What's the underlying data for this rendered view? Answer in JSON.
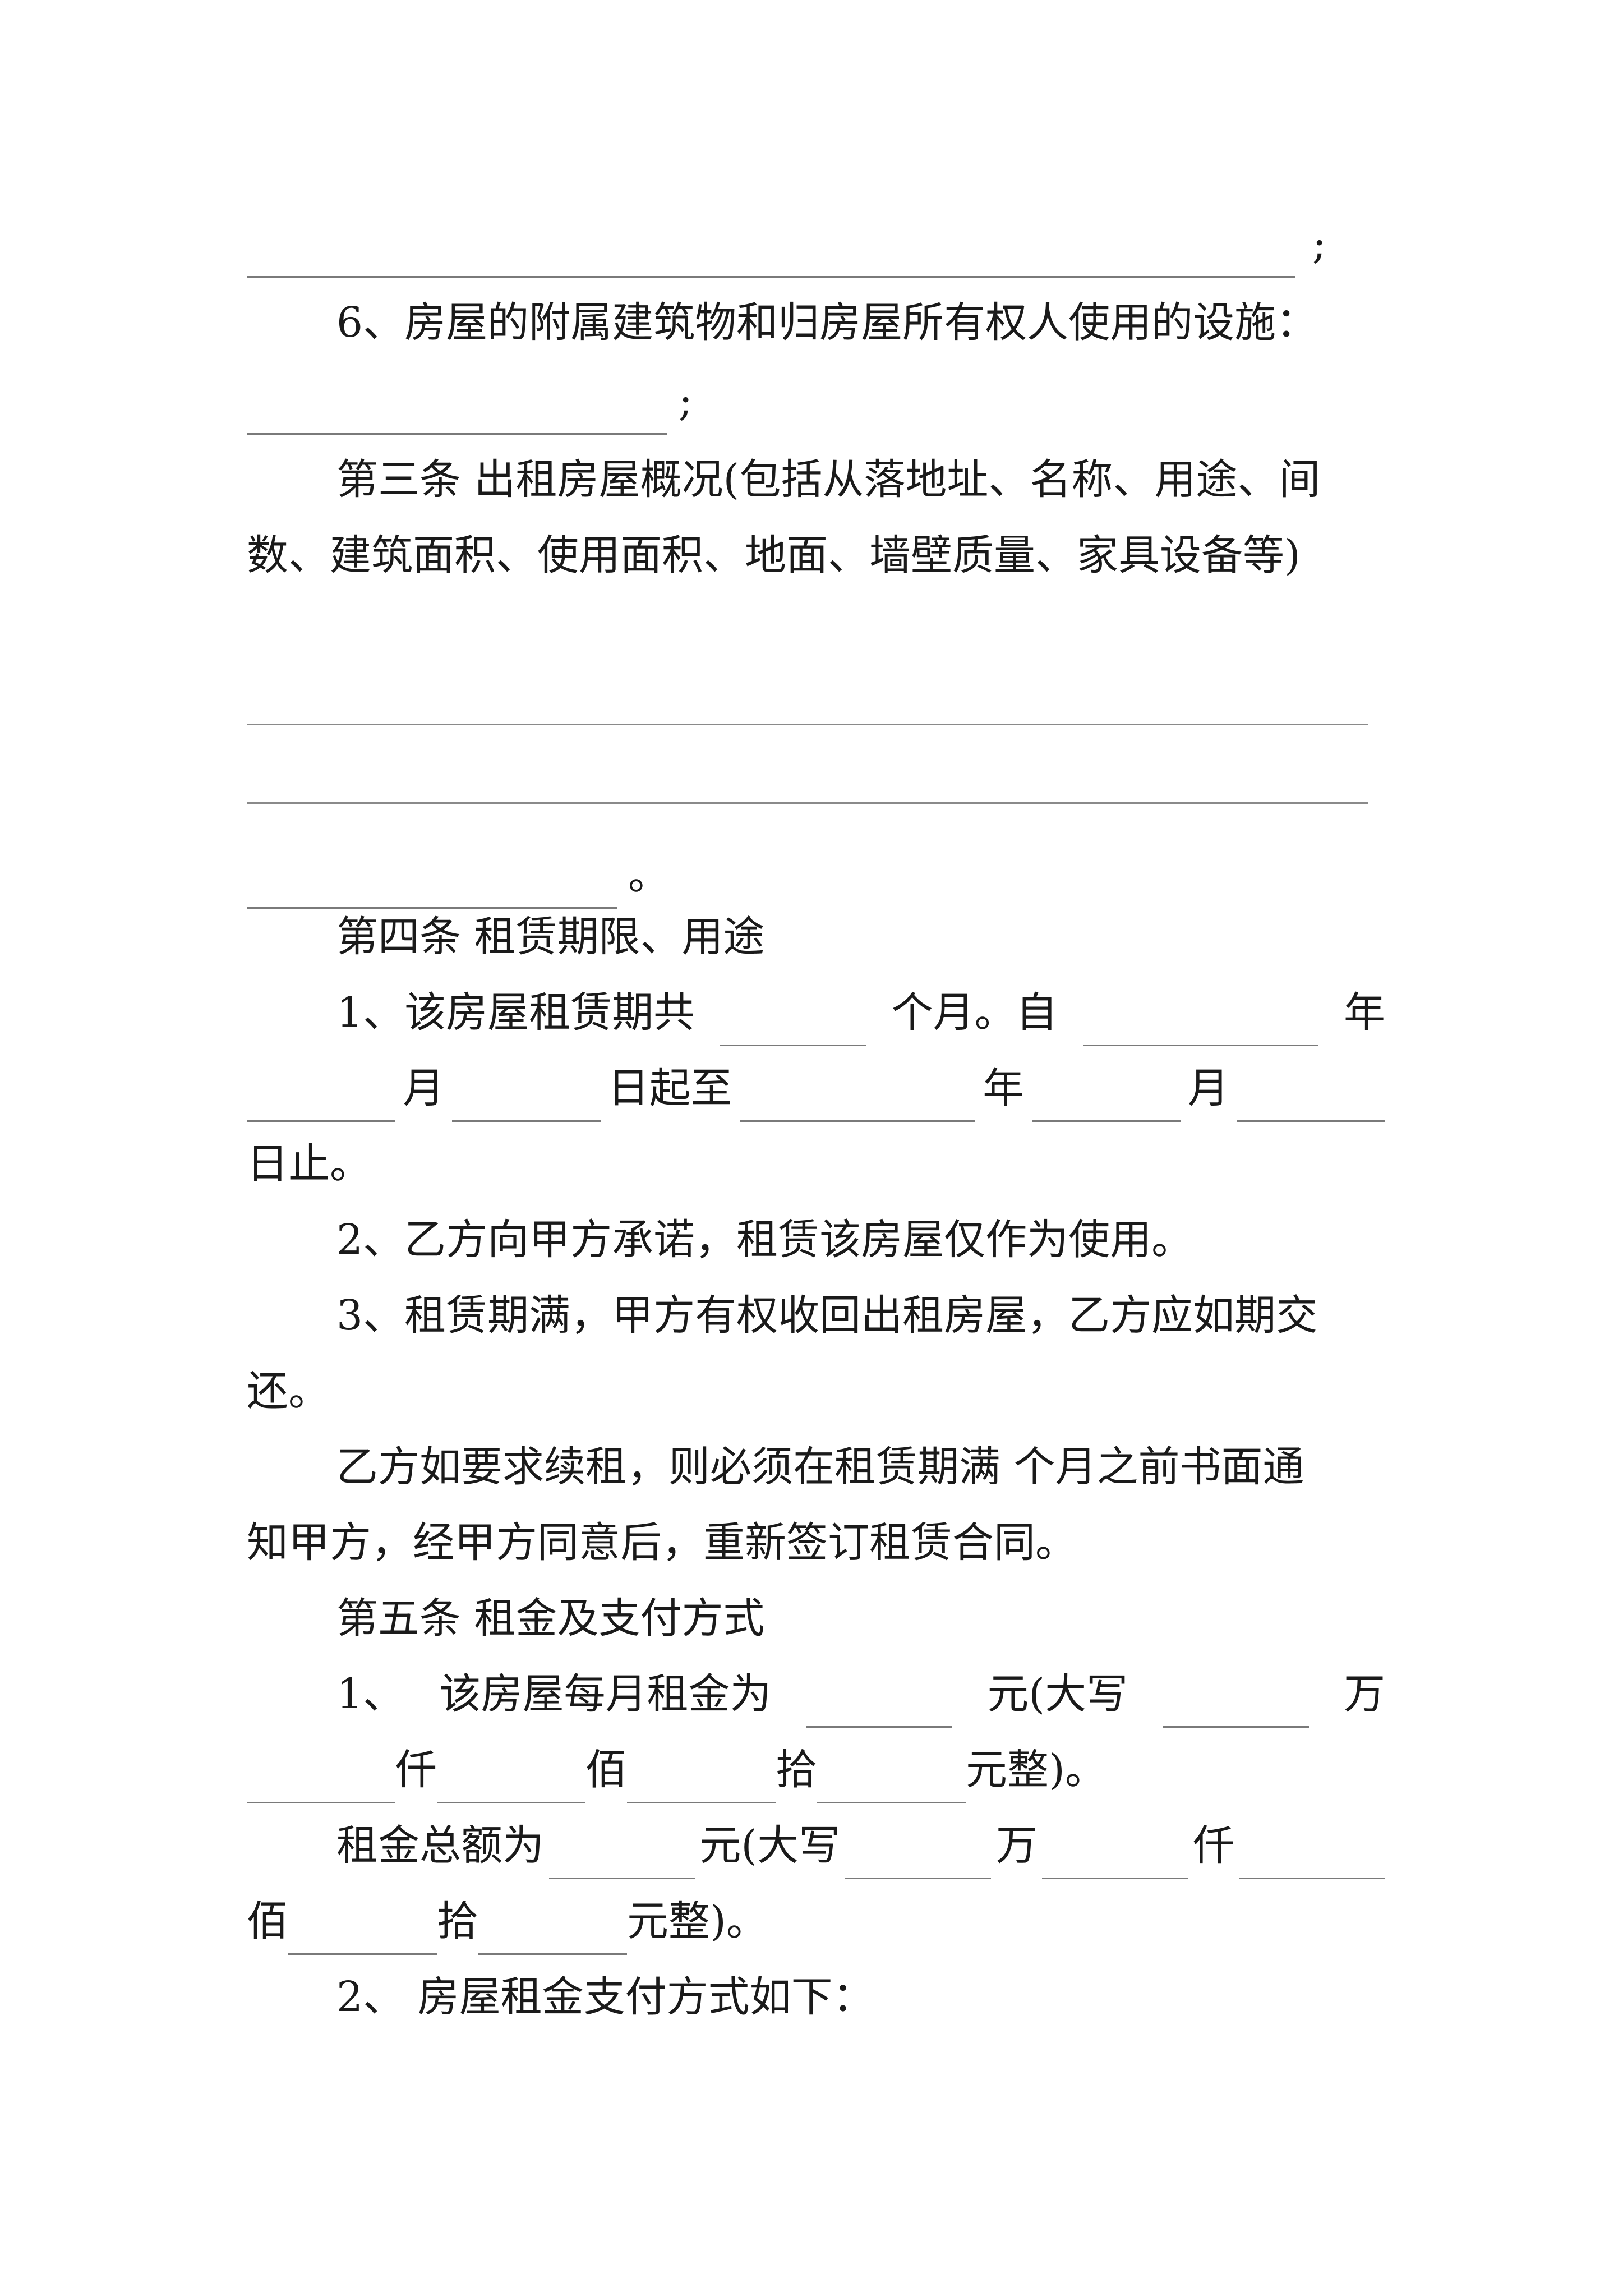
{
  "item5_end": ";",
  "item6_label": "6、房屋的附属建筑物和归房屋所有权人使用的设施：",
  "item6_end": ";",
  "art3_line1": "第三条 出租房屋概况(包括从落地址、名称、用途、间",
  "art3_line2": "数、建筑面积、使用面积、地面、墙壁质量、家具设备等)",
  "art3_end": "。",
  "art4_title": "第四条 租赁期限、用途",
  "art4_p1": {
    "a": "1、该房屋租赁期共",
    "b": "个月。自",
    "c": "年",
    "d": "月",
    "e": "日起至",
    "f": "年",
    "g": "月",
    "end": "日止。"
  },
  "art4_p2": "2、乙方向甲方承诺，租赁该房屋仅作为使用。",
  "art4_p3_line1": "3、租赁期满，甲方有权收回出租房屋，乙方应如期交",
  "art4_p3_line2": "还。",
  "art4_p4_line1": "乙方如要求续租，则必须在租赁期满 个月之前书面通",
  "art4_p4_line2": "知甲方，经甲方同意后，重新签订租赁合同。",
  "art5_title": "第五条 租金及支付方式",
  "art5_p1": {
    "a": "1、",
    "b": "该房屋每月租金为",
    "c": "元(大写",
    "d": "万",
    "e": "仟",
    "f": "佰",
    "g": "拾",
    "h": "元整)。"
  },
  "art5_total": {
    "a": "租金总额为",
    "b": "元(大写",
    "c": "万",
    "d": "仟",
    "e": "佰",
    "f": "拾",
    "g": "元整)。"
  },
  "art5_p2": "2、 房屋租金支付方式如下："
}
